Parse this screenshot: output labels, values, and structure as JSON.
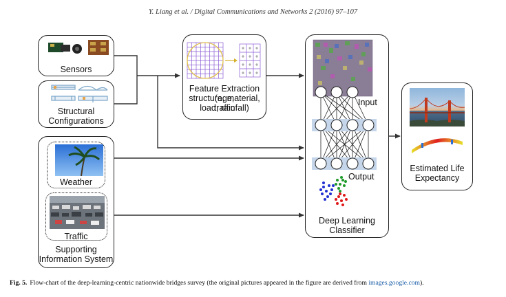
{
  "header": {
    "running_head": "Y. Liang et al. / Digital Communications and Networks 2 (2016) 97–107"
  },
  "boxes": {
    "sensors": "Sensors",
    "structural_line1": "Structural",
    "structural_line2": "Configurations",
    "weather": "Weather",
    "traffic": "Traffic",
    "supporting_line1": "Supporting",
    "supporting_line2": "Information System",
    "feature_line1": "Feature Extraction (age,",
    "feature_line2": "structure, material, traffic",
    "feature_line3": "load, rainfall)",
    "input": "Input",
    "output": "Output",
    "classifier_line1": "Deep Learning",
    "classifier_line2": "Classifier",
    "life_line1": "Estimated Life",
    "life_line2": "Expectancy"
  },
  "caption": {
    "label": "Fig. 5.",
    "text": "Flow-chart of the deep-learning-centric nationwide bridges survey (the original pictures appeared in the figure are derived from",
    "link": "images.google.com",
    "end": ")."
  },
  "colors": {
    "stroke": "#222222",
    "neuron_band": "#c5d5ea",
    "cluster_blue": "#1f2fd1",
    "cluster_green": "#1f9a2a",
    "cluster_red": "#e01818",
    "link": "#1d5fa8"
  },
  "icons": [
    "sensor-board-icon",
    "bridge-schematic-icon",
    "palm-tree-photo",
    "traffic-photo",
    "golden-gate-photo",
    "stress-beam-icon",
    "grid-feature-icon"
  ]
}
